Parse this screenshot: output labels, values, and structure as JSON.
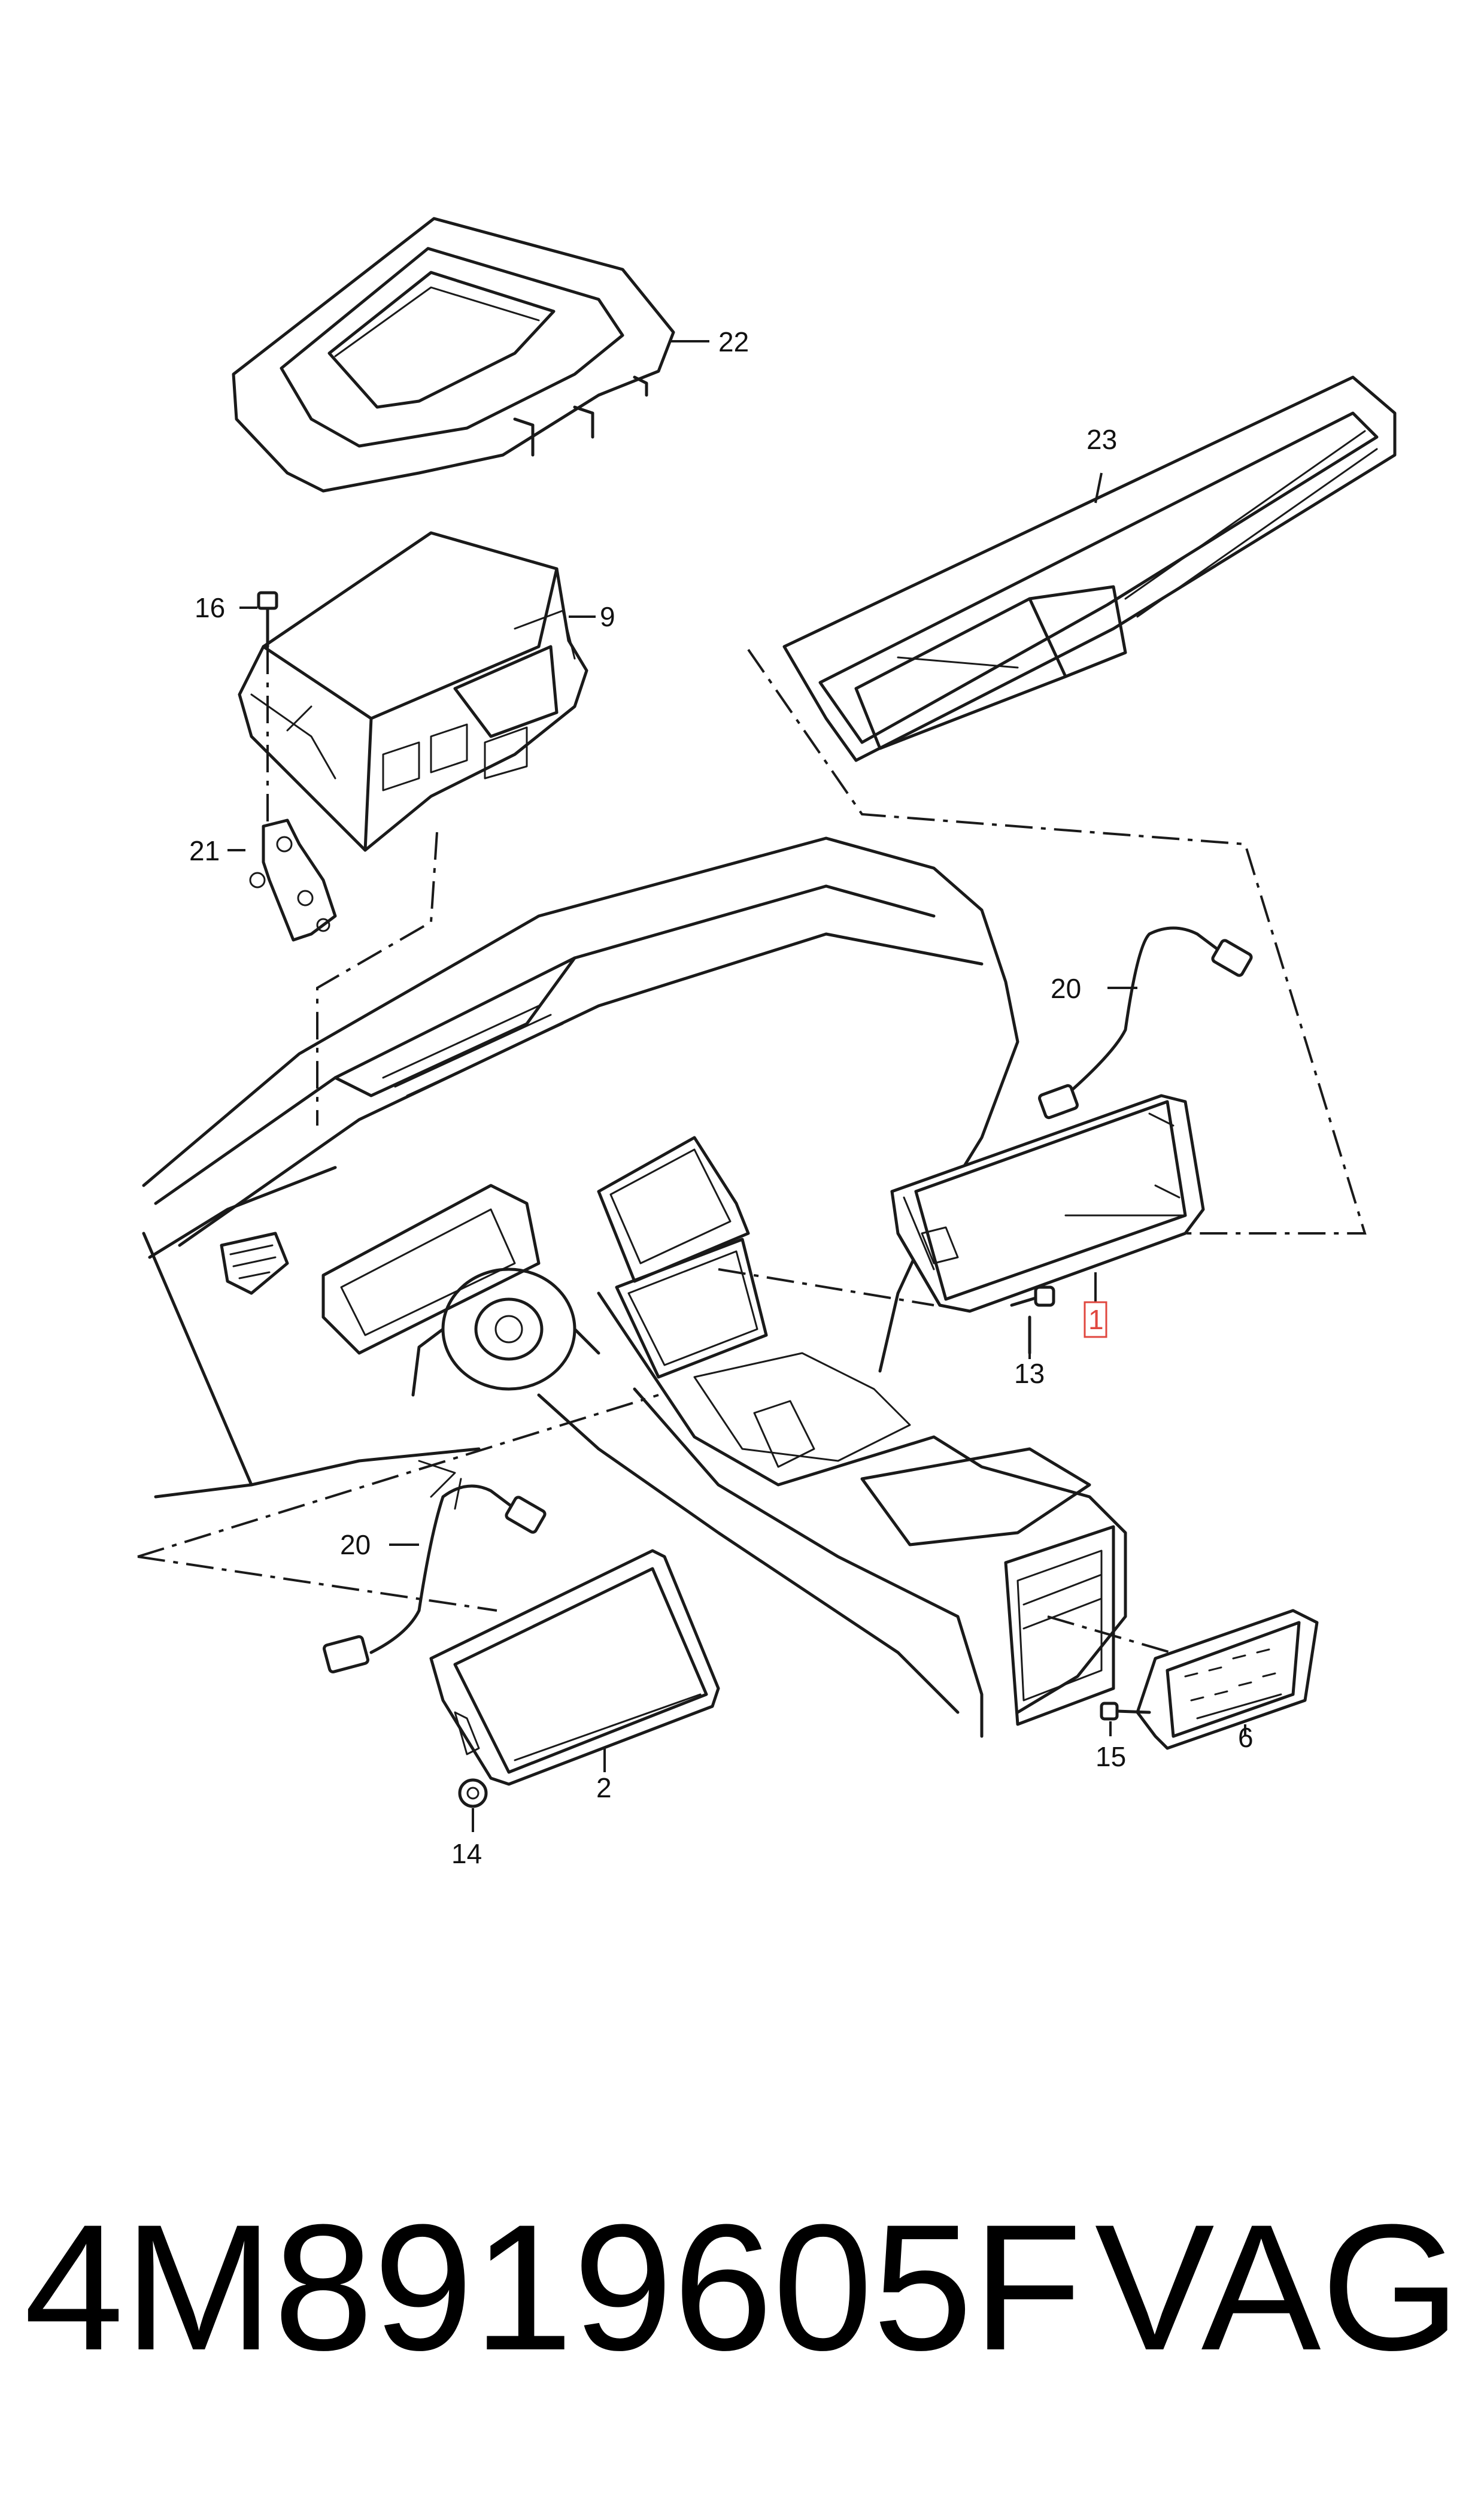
{
  "diagram": {
    "highlight_color": "#e0473f",
    "callouts": {
      "c22": "22",
      "c23": "23",
      "c16": "16",
      "c9": "9",
      "c21": "21",
      "c20a": "20",
      "c1": "1",
      "c13": "13",
      "c20b": "20",
      "c2": "2",
      "c14": "14",
      "c15": "15",
      "c6": "6"
    }
  },
  "footer": {
    "part_number": "4M8919605F",
    "brand": "VAG"
  }
}
